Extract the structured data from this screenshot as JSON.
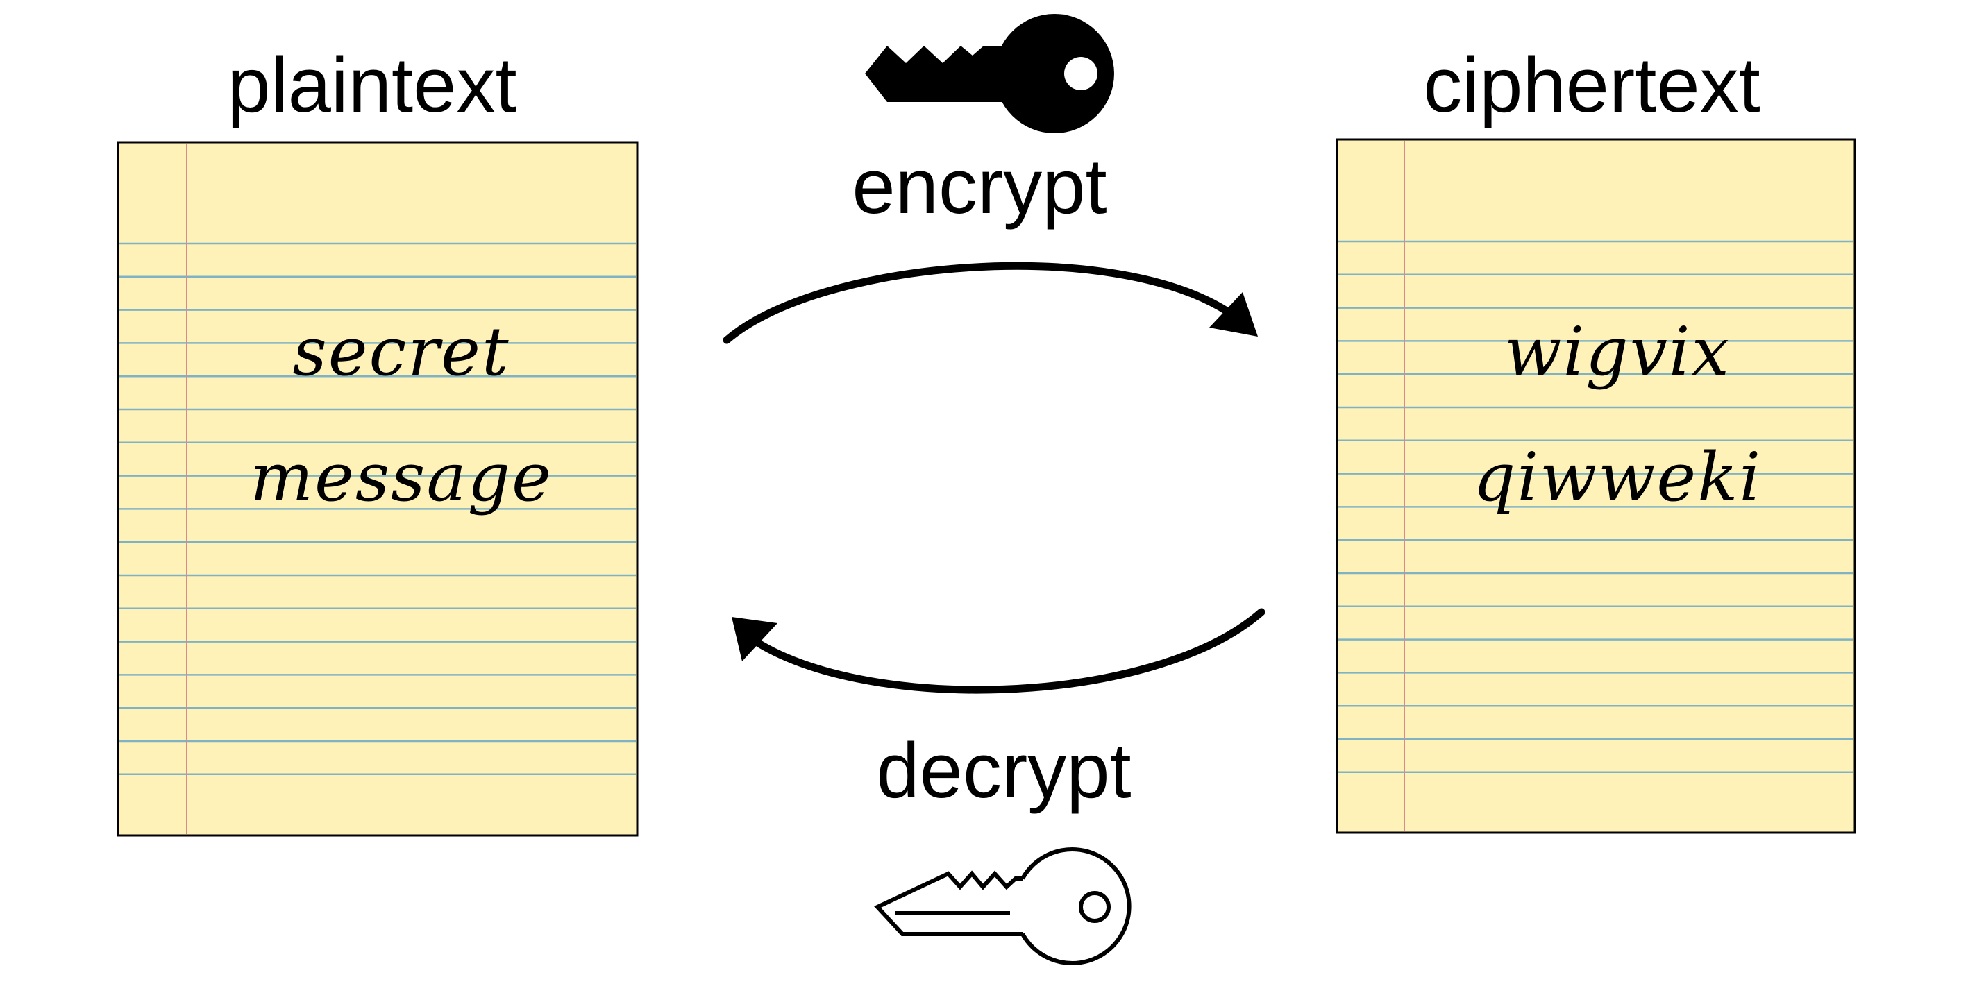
{
  "plaintext": {
    "title": "plaintext",
    "lines": [
      "secret",
      "message"
    ]
  },
  "ciphertext": {
    "title": "ciphertext",
    "lines": [
      "wigvix",
      "qiwweki"
    ]
  },
  "encrypt": {
    "label": "encrypt",
    "icon": "key-filled-icon"
  },
  "decrypt": {
    "label": "decrypt",
    "icon": "key-outline-icon"
  },
  "colors": {
    "paper": "#fff2b8",
    "rule": "#7fb3c4",
    "margin": "#d98a8a"
  }
}
